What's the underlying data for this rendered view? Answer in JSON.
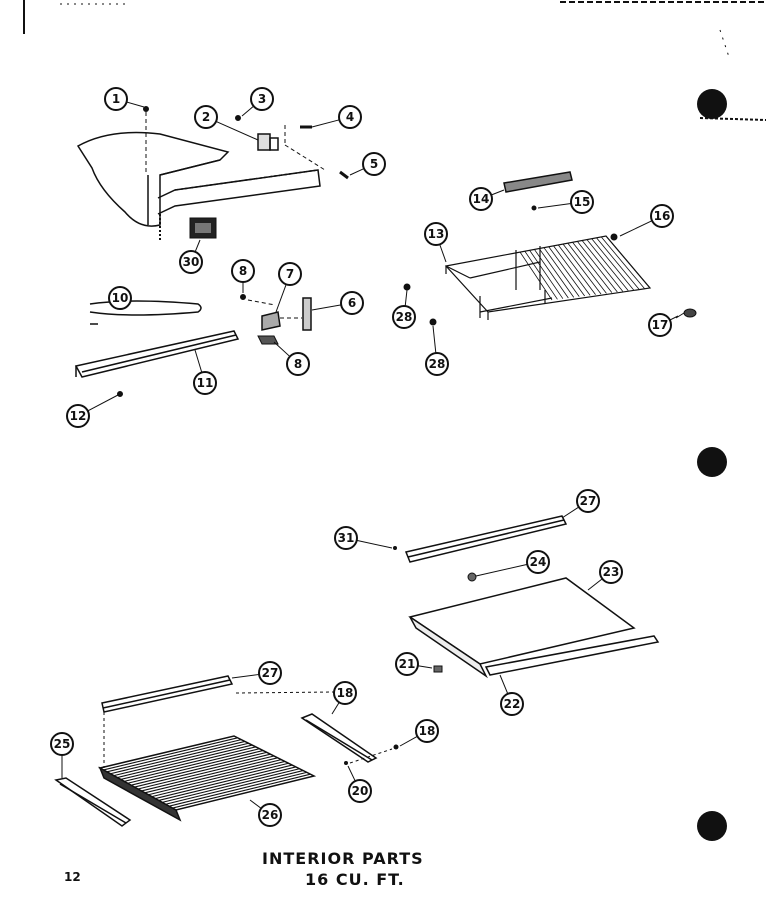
{
  "caption": {
    "line1": "INTERIOR  PARTS",
    "line2": "16 CU. FT."
  },
  "page_number": "12",
  "callouts": {
    "c1": "1",
    "c2": "2",
    "c3": "3",
    "c4": "4",
    "c5": "5",
    "c6": "6",
    "c7": "7",
    "c8a": "8",
    "c8b": "8",
    "c10": "10",
    "c11": "11",
    "c12": "12",
    "c13": "13",
    "c14": "14",
    "c15": "15",
    "c16": "16",
    "c17": "17",
    "c18a": "18",
    "c18b": "18",
    "c20": "20",
    "c21": "21",
    "c22": "22",
    "c23": "23",
    "c24": "24",
    "c25": "25",
    "c26": "26",
    "c27a": "27",
    "c27b": "27",
    "c28a": "28",
    "c28b": "28",
    "c30": "30",
    "c31": "31"
  },
  "colors": {
    "ink": "#111111",
    "paper": "#ffffff"
  }
}
